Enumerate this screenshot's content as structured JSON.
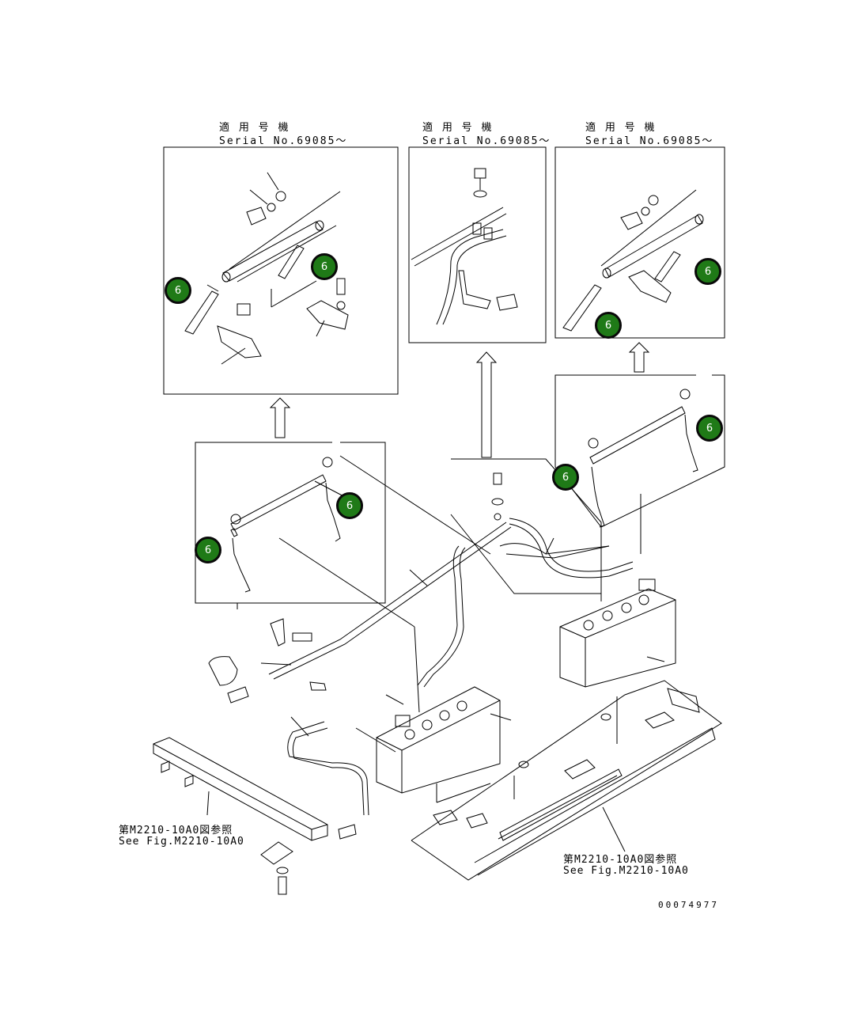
{
  "inset_headers": {
    "serial_jp": "適 用 号 機",
    "serial_en": "Serial No.69085～"
  },
  "references": {
    "left_jp": "第M2210-10A0図参照",
    "left_en": "See Fig.M2210-10A0",
    "right_jp": "第M2210-10A0図参照",
    "right_en": "See Fig.M2210-10A0"
  },
  "drawing_number": "00074977",
  "callout_label": "6",
  "colors": {
    "callout_fill": "#1f7a17",
    "callout_border": "#0a0a0a",
    "line": "#000000"
  }
}
